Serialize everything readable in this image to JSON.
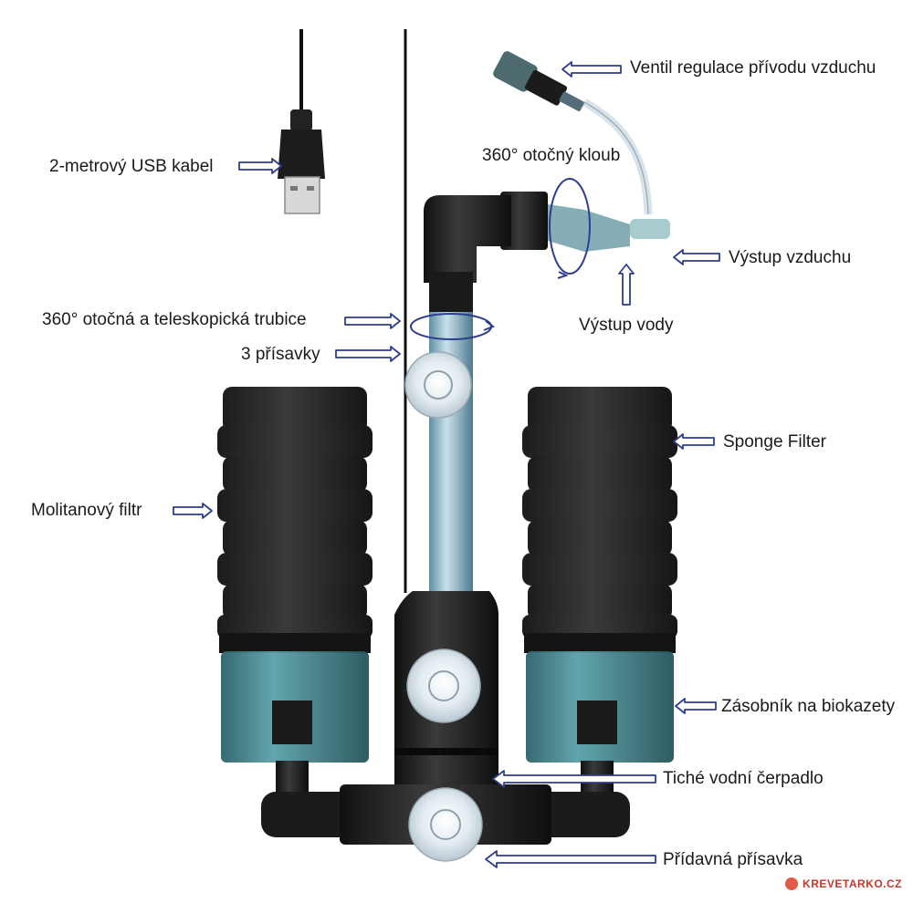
{
  "labels": {
    "air_valve": "Ventil regulace přívodu vzduchu",
    "swivel_joint": "360° otočný kloub",
    "usb_cable": "2-metrový USB kabel",
    "air_outlet": "Výstup vzduchu",
    "telescopic_tube": "360° otočná a teleskopická trubice",
    "water_outlet": "Výstup vody",
    "suction_cups": "3 přísavky",
    "sponge_filter": "Sponge Filter",
    "foam_filter": "Molitanový filtr",
    "bio_container": "Zásobník na biokazety",
    "water_pump": "Tiché vodní čerpadlo",
    "extra_suction_cup": "Přídavná přísavka"
  },
  "watermark": "KREVETARKO.CZ",
  "colors": {
    "arrow": "#2f3d8f",
    "sponge": "#2b2b2b",
    "container": "#3d7f86",
    "plastic": "#1e1e1e",
    "tube": "#8fb5c4",
    "suction_cup": "#e6eef3"
  }
}
